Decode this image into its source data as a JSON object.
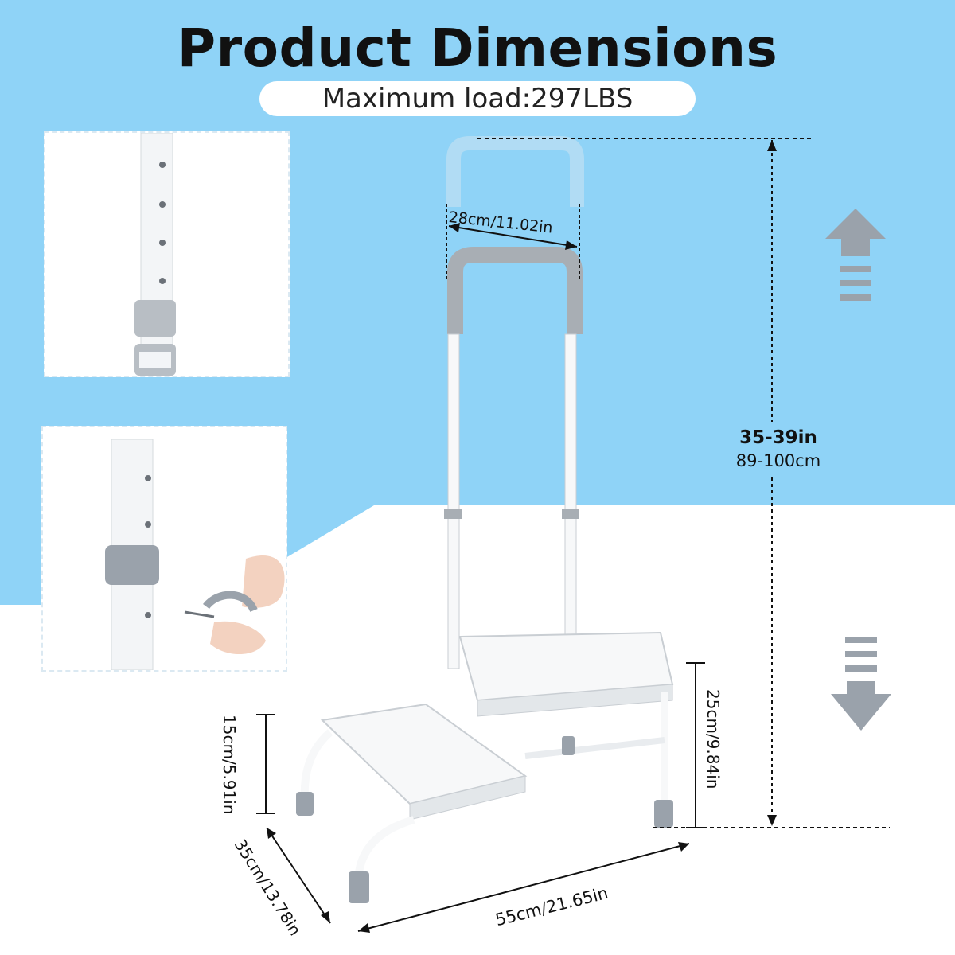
{
  "header": {
    "title": "Product Dimensions",
    "subtitle": "Maximum load:297LBS"
  },
  "dimensions": {
    "handle_width": "28cm/11.02in",
    "total_height_in": "35-39in",
    "total_height_cm": "89-100cm",
    "step1_height": "15cm/5.91in",
    "step2_height": "25cm/9.84in",
    "depth": "35cm/13.78in",
    "width": "55cm/21.65in"
  },
  "icons": {
    "up": "arrow-up-icon",
    "down": "arrow-down-icon"
  },
  "colors": {
    "background_blue": "#8fd3f7",
    "accent_gray": "#9aa2ab",
    "grip_gray": "#a8aeb4"
  }
}
